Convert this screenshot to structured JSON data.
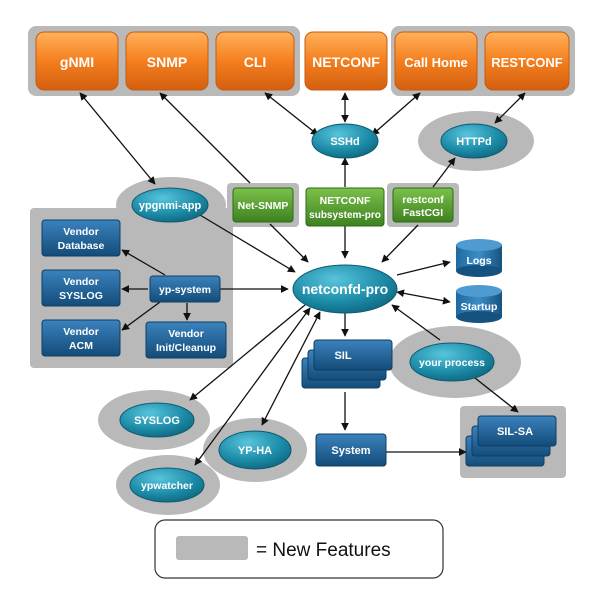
{
  "protocols": {
    "gnmi": "gNMI",
    "snmp": "SNMP",
    "cli": "CLI",
    "netconf": "NETCONF",
    "callhome": "Call Home",
    "restconf": "RESTCONF"
  },
  "servers": {
    "sshd": "SSHd",
    "httpd": "HTTPd",
    "ypgnmi": "ypgnmi-app"
  },
  "bridges": {
    "netsnmp": "Net-SNMP",
    "netconf_sub_l1": "NETCONF",
    "netconf_sub_l2": "subsystem-pro",
    "restconf_l1": "restconf",
    "restconf_l2": "FastCGI"
  },
  "vendor": {
    "database": [
      "Vendor",
      "Database"
    ],
    "syslog": [
      "Vendor",
      "SYSLOG"
    ],
    "acm": [
      "Vendor",
      "ACM"
    ],
    "init": [
      "Vendor",
      "Init/Cleanup"
    ],
    "ypsystem": "yp-system"
  },
  "core": "netconfd-pro",
  "stores": {
    "logs": "Logs",
    "startup": "Startup"
  },
  "lower": {
    "sil": "SIL",
    "yourprocess": "your process",
    "sil_sa": "SIL-SA",
    "system": "System",
    "syslog": "SYSLOG",
    "ypha": "YP-HA",
    "ypwatcher": "ypwatcher"
  },
  "legend": {
    "text": "= New Features"
  },
  "colors": {
    "new_feature_gray": "#b9b9b9",
    "protocol_orange": "#f07a1e",
    "bridge_green": "#4f9a2c",
    "module_blue": "#1b6196",
    "ellipse_teal": "#1a86a0"
  }
}
